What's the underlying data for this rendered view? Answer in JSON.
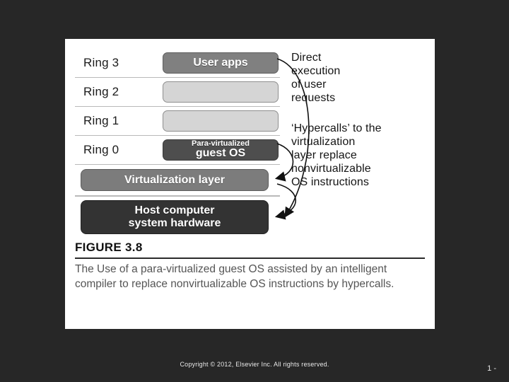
{
  "slide": {
    "background_color": "#272727",
    "panel_background": "#ffffff"
  },
  "figure": {
    "rings": [
      {
        "label": "Ring 3",
        "box_text_small": "",
        "box_text_large": "User apps",
        "style": "mid-grey"
      },
      {
        "label": "Ring 2",
        "box_text_small": "",
        "box_text_large": "",
        "style": "light-grey"
      },
      {
        "label": "Ring 1",
        "box_text_small": "",
        "box_text_large": "",
        "style": "light-grey"
      },
      {
        "label": "Ring 0",
        "box_text_small": "Para-virtualized",
        "box_text_large": "guest OS",
        "style": "dark-grey"
      }
    ],
    "virtualization_layer": {
      "label": "Virtualization layer",
      "color": "#7c7c7c"
    },
    "host_hardware": {
      "line1": "Host computer",
      "line2": "system hardware",
      "color": "#333333"
    },
    "annotations": [
      {
        "id": "direct-execution",
        "text": "Direct\nexecution\nof user\nrequests"
      },
      {
        "id": "hypercalls",
        "text": "‘Hypercalls’ to the\nvirtualization\nlayer replace\nnonvirtualizable\nOS instructions"
      }
    ],
    "caption": {
      "title": "FIGURE 3.8",
      "body": "The Use of a para-virtualized guest OS assisted by an intelligent compiler to replace nonvirtualizable OS instructions by hypercalls."
    }
  },
  "footer": {
    "copyright": "Copyright © 2012, Elsevier Inc. All rights reserved.",
    "page_number": "1 -"
  }
}
